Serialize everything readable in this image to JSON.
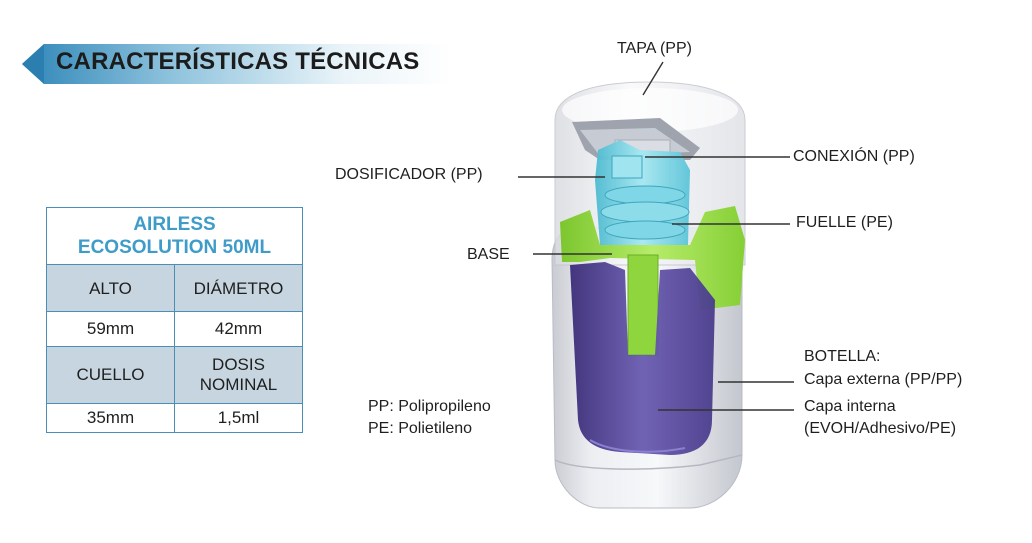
{
  "header": {
    "title": "CARACTERÍSTICAS TÉCNICAS"
  },
  "spec_table": {
    "title_line1": "AIRLESS",
    "title_line2": "ECOSOLUTION 50ML",
    "row1": {
      "col1": "ALTO",
      "col2": "DIÁMETRO"
    },
    "row2": {
      "col1": "59mm",
      "col2": "42mm"
    },
    "row3": {
      "col1": "CUELLO",
      "col2_line1": "DOSIS",
      "col2_line2": "NOMINAL"
    },
    "row4": {
      "col1": "35mm",
      "col2": "1,5ml"
    }
  },
  "diagram": {
    "labels": {
      "tapa": "TAPA (PP)",
      "conexion": "CONEXIÓN (PP)",
      "dosificador": "DOSIFICADOR (PP)",
      "fuelle": "FUELLE (PE)",
      "base": "BASE",
      "botella_title": "BOTELLA:",
      "botella_externa": "Capa externa (PP/PP)",
      "botella_interna_1": "Capa interna",
      "botella_interna_2": "(EVOH/Adhesivo/PE)"
    },
    "legend": {
      "pp": "PP: Polipropileno",
      "pe": "PE: Polietileno"
    }
  },
  "colors": {
    "banner_blue": "#3f9cc8",
    "table_border": "#4b8fb5",
    "table_header_fill": "#c6d5df",
    "dosificador_cyan": "#6fd0e0",
    "base_green": "#8ed63a",
    "inner_purple": "#5a4a9a",
    "bottle_grey": "#dcdde2"
  }
}
